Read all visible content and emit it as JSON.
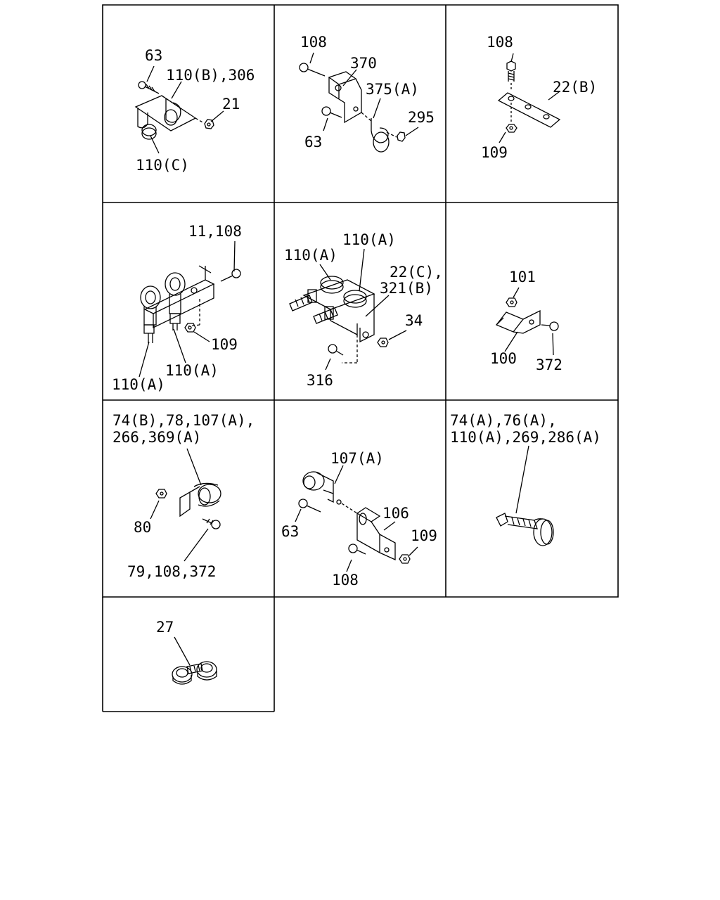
{
  "panels": [
    {
      "id": "p1",
      "labels": [
        "63",
        "110(B),306",
        "21",
        "110(C)"
      ]
    },
    {
      "id": "p2",
      "labels": [
        "108",
        "370",
        "375(A)",
        "295",
        "63"
      ]
    },
    {
      "id": "p3",
      "labels": [
        "108",
        "22(B)",
        "109"
      ]
    },
    {
      "id": "p4",
      "labels": [
        "11,108",
        "109",
        "110(A)",
        "110(A)"
      ]
    },
    {
      "id": "p5",
      "labels": [
        "110(A)",
        "110(A)",
        "22(C),",
        "321(B)",
        "34",
        "316"
      ]
    },
    {
      "id": "p6",
      "labels": [
        "101",
        "100",
        "372"
      ]
    },
    {
      "id": "p7",
      "labels": [
        "74(B),78,107(A),",
        "266,369(A)",
        "80",
        "79,108,372"
      ]
    },
    {
      "id": "p8",
      "labels": [
        "107(A)",
        "63",
        "106",
        "109",
        "108"
      ]
    },
    {
      "id": "p9",
      "labels": [
        "74(A),76(A),",
        "110(A),269,286(A)"
      ]
    },
    {
      "id": "p10",
      "labels": [
        "27"
      ]
    }
  ]
}
